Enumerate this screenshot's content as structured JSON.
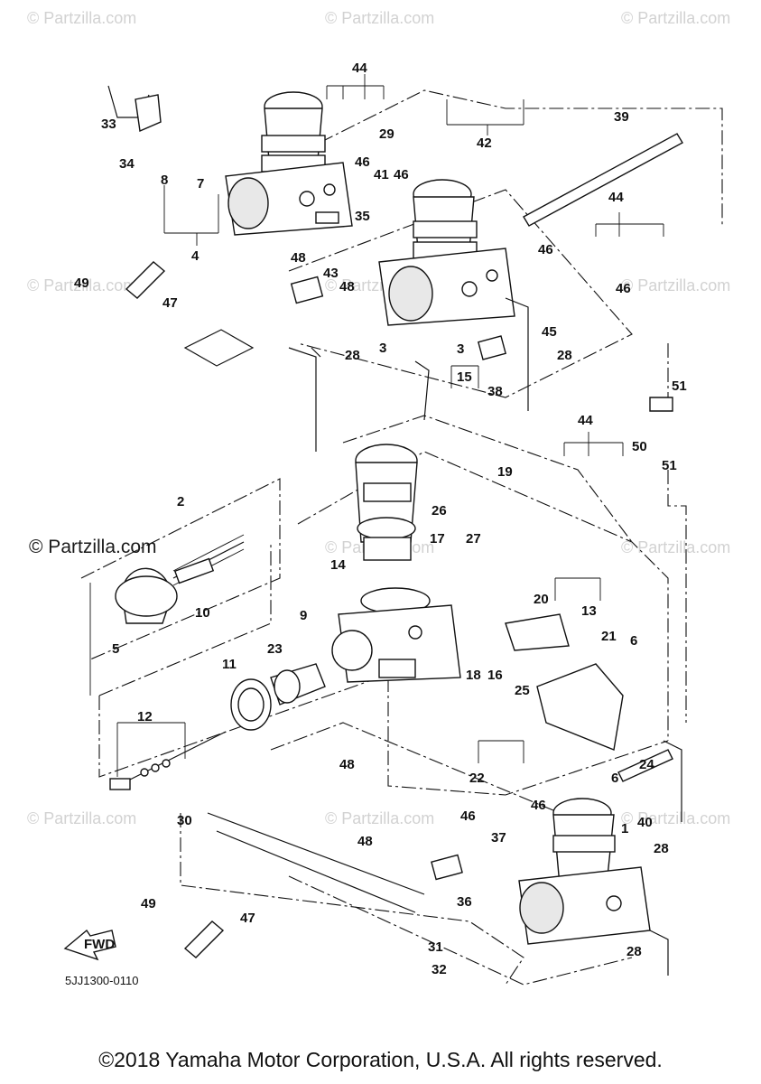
{
  "watermark": "© Partzilla.com",
  "watermark_main": "© Partzilla.com",
  "diagram_code": "5JJ1300-0110",
  "fwd_label": "FWD",
  "copyright": "©2018 Yamaha Motor Corporation, U.S.A. All rights reserved.",
  "callouts": [
    "44",
    "33",
    "34",
    "29",
    "42",
    "39",
    "8",
    "7",
    "46",
    "41",
    "46",
    "4",
    "35",
    "44",
    "49",
    "47",
    "48",
    "43",
    "48",
    "46",
    "46",
    "45",
    "28",
    "3",
    "3",
    "15",
    "38",
    "28",
    "51",
    "50",
    "51",
    "44",
    "2",
    "19",
    "26",
    "27",
    "17",
    "14",
    "10",
    "13",
    "20",
    "5",
    "9",
    "21",
    "23",
    "11",
    "18",
    "16",
    "6",
    "25",
    "12",
    "24",
    "22",
    "6",
    "48",
    "46",
    "37",
    "46",
    "30",
    "48",
    "40",
    "28",
    "1",
    "36",
    "49",
    "47",
    "31",
    "28",
    "32"
  ]
}
